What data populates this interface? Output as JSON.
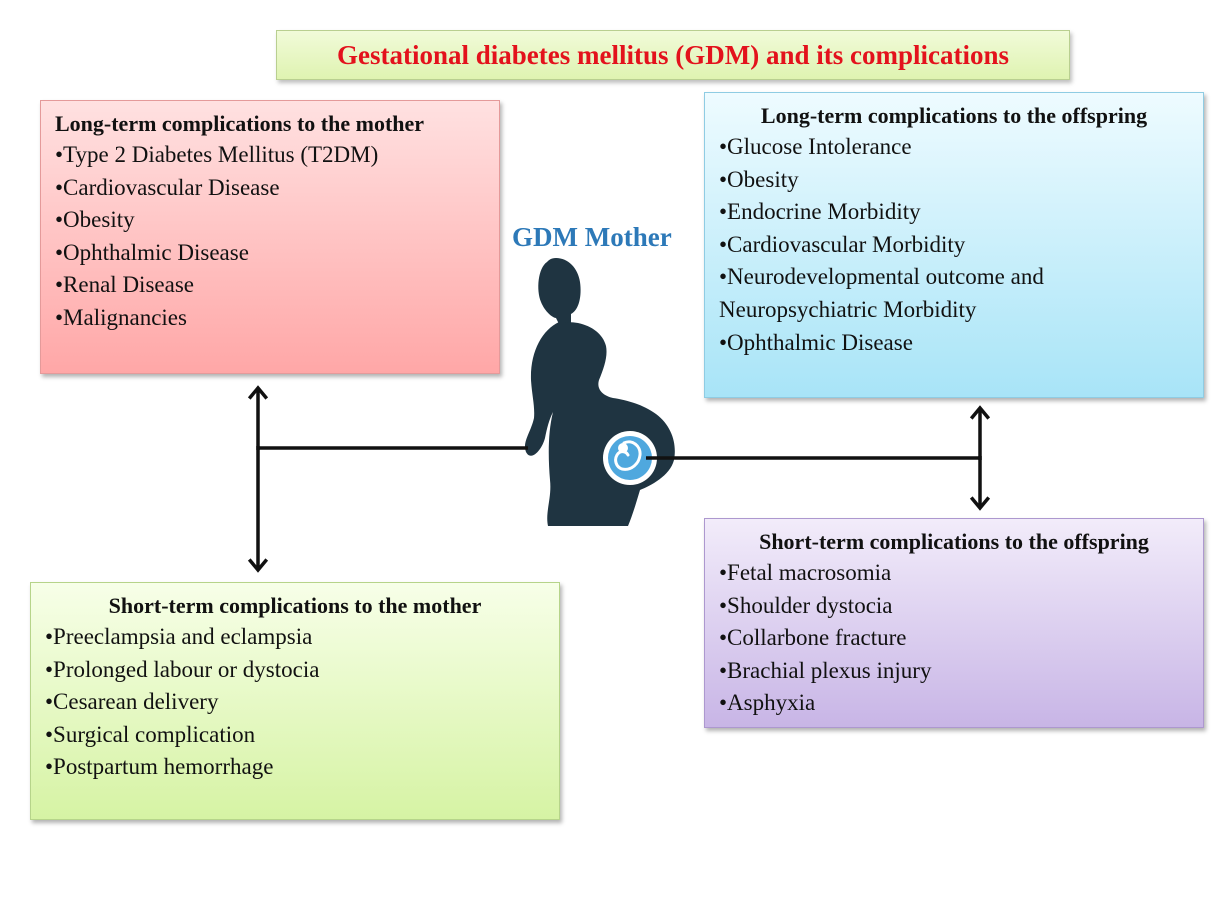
{
  "title": "Gestational diabetes mellitus (GDM) and its complications",
  "center_label": "GDM Mother",
  "colors": {
    "title_text": "#e3121c",
    "center_label": "#2d79b8",
    "silhouette": "#1f3441",
    "fetus_circle": "#4fa8de"
  },
  "icons": [
    "pregnant-woman-silhouette-icon",
    "fetus-icon"
  ],
  "panels": {
    "long_term_mother": {
      "heading": "Long-term complications to the mother",
      "items": [
        "•Type 2 Diabetes Mellitus (T2DM)",
        "•Cardiovascular Disease",
        "•Obesity",
        "•Ophthalmic Disease",
        "•Renal Disease",
        "•Malignancies"
      ]
    },
    "long_term_offspring": {
      "heading": "Long-term complications to the offspring",
      "items": [
        "•Glucose Intolerance",
        "•Obesity",
        "•Endocrine Morbidity",
        "•Cardiovascular Morbidity",
        "•Neurodevelopmental outcome and Neuropsychiatric Morbidity",
        "•Ophthalmic Disease"
      ]
    },
    "short_term_mother": {
      "heading": "Short-term complications to the mother",
      "items": [
        "•Preeclampsia and eclampsia",
        "•Prolonged labour or dystocia",
        "•Cesarean delivery",
        "•Surgical complication",
        "•Postpartum hemorrhage"
      ]
    },
    "short_term_offspring": {
      "heading": "Short-term complications to the offspring",
      "items": [
        "•Fetal macrosomia",
        "•Shoulder dystocia",
        "•Collarbone fracture",
        "•Brachial plexus injury",
        "•Asphyxia"
      ]
    }
  }
}
